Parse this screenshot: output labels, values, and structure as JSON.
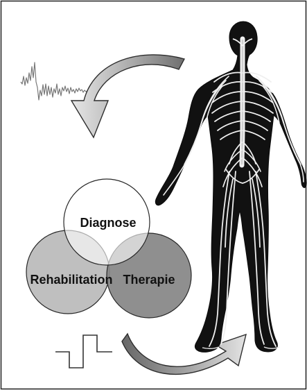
{
  "diagram": {
    "labels": {
      "diagnose": "Diagnose",
      "rehabilitation": "Rehabilitation",
      "therapie": "Therapie"
    },
    "colors": {
      "frame": "#222222",
      "diagnose_circle": "#ffffff",
      "rehabilitation_circle": "#bdbdbd",
      "therapie_circle": "#8a8a8a",
      "body": "#111111",
      "nerves": "#f2f2f2",
      "arrow_gradient_start": "#7a7a7a",
      "arrow_gradient_end": "#e7e7e7"
    },
    "icons": [
      "emg-waveform-icon",
      "pulse-waveform-icon",
      "curved-arrow-icon",
      "human-nervous-system-illustration"
    ]
  }
}
